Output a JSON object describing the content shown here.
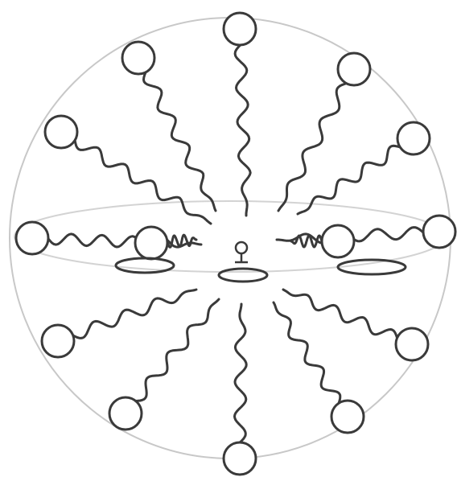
{
  "diagram": {
    "colors": {
      "background": "#ffffff",
      "line": "#3a3a3a",
      "sphere_outline": "#c8c8c8"
    },
    "molecule_count": 14,
    "components": [
      "spherical-outline",
      "equatorial-ellipse",
      "amphiphile-molecules",
      "inner-discs",
      "central-cargo"
    ]
  }
}
